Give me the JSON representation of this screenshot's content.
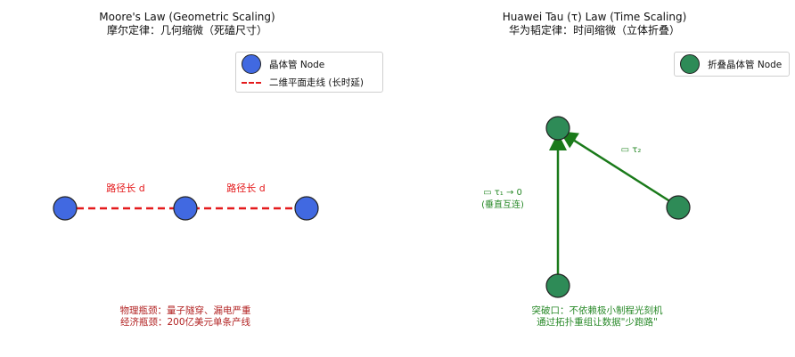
{
  "colors": {
    "blue_node": "#4169e1",
    "green_node": "#2e8b57",
    "red": "#e41a1c",
    "green_line": "#1a7a1a",
    "green_text": "#2a8a2a",
    "dark_red_text": "#b22222"
  },
  "left": {
    "title_line1": "Moore's Law (Geometric Scaling)",
    "title_line2": "摩尔定律：几何缩微（死磕尺寸）",
    "legend": {
      "node_label": "晶体管 Node",
      "line_label": "二维平面走线 (长时延)"
    },
    "path_label_1": "路径长 d",
    "path_label_2": "路径长 d",
    "bottom_note_line1": "物理瓶颈：量子隧穿、漏电严重",
    "bottom_note_line2": "经济瓶颈：200亿美元单条产线"
  },
  "right": {
    "title_line1": "Huawei Tau (τ) Law (Time Scaling)",
    "title_line2": "华为韬定律：时间缩微（立体折叠）",
    "legend": {
      "node_label": "折叠晶体管 Node"
    },
    "edge_label_short": "▭ τ₂",
    "edge_label_vertical_1": "▭ τ₁ → 0",
    "edge_label_vertical_2": "(垂直互连)",
    "bottom_note_line1": "突破口：不依赖极小制程光刻机",
    "bottom_note_line2": "通过拓扑重组让数据\"少跑路\""
  }
}
